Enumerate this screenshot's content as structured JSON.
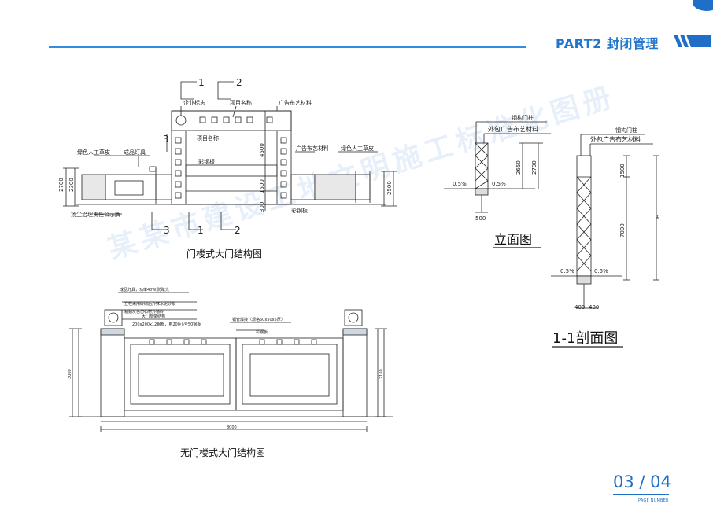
{
  "header": {
    "title": "PART2 封闭管理"
  },
  "watermark": {
    "text": "某某市建设工地文明施工标准化图册"
  },
  "figures": {
    "gate_tower": {
      "caption": "门楼式大门结构图",
      "labels": {
        "n1": "1",
        "n2": "2",
        "n3": "3",
        "company_logo": "企业标志",
        "project_name": "项目名称",
        "ad_cloth": "广告布艺材料",
        "project_name_2": "项目名称",
        "green_lawn_left": "绿色人工草皮",
        "floodlight": "成品灯具",
        "color_steel": "彩钢板",
        "ad_cloth_2": "广告布艺材料",
        "green_lawn_right": "绿色人工草皮",
        "color_steel_2": "彩钢板",
        "dust_sign": "扬尘治理责任公示牌",
        "dim_2700": "2700",
        "dim_4500": "4500",
        "dim_1500": "1500",
        "dim_2500": "2500",
        "dim_2300": "2300",
        "dim_300": "300"
      }
    },
    "elevation": {
      "caption": "立面图",
      "labels": {
        "steel_post": "钢构门柱",
        "wrap": "外包广告布艺材料",
        "slope_left": "0.5%",
        "slope_right": "0.5%",
        "dim_2650": "2650",
        "dim_2700": "2700",
        "dim_500": "500"
      }
    },
    "section": {
      "caption": "1-1剖面图",
      "labels": {
        "steel_post": "钢构门柱",
        "wrap": "外包广告布艺材料",
        "dim_1500": "1500",
        "dim_7000": "7000",
        "dim_H": "H",
        "slope_left": "0.5%",
        "slope_right": "0.5%",
        "dim_400a": "400",
        "dim_400b": "400"
      }
    },
    "no_tower_gate": {
      "caption": "无门楼式大门结构图",
      "labels": {
        "lamp_note": "成品灯具，功率40W,防眩光",
        "pillar_note": "立柱采用砖砌后外抹水泥砂浆",
        "pillar_note2": "粘贴灰色仿石材外墙砖",
        "frame_note": "大门框架结构",
        "steel_note": "200x200x12钢板，用200小号50钢板",
        "gate_note": "钢管焊接（规格50x50x5厚）",
        "panel_note": "彩钢板",
        "dim_8000": "8000",
        "dim_3000": "3000",
        "dim_2160": "2160"
      }
    }
  },
  "footer": {
    "page": "03 / 04",
    "label": "PAGE NUMBER"
  }
}
